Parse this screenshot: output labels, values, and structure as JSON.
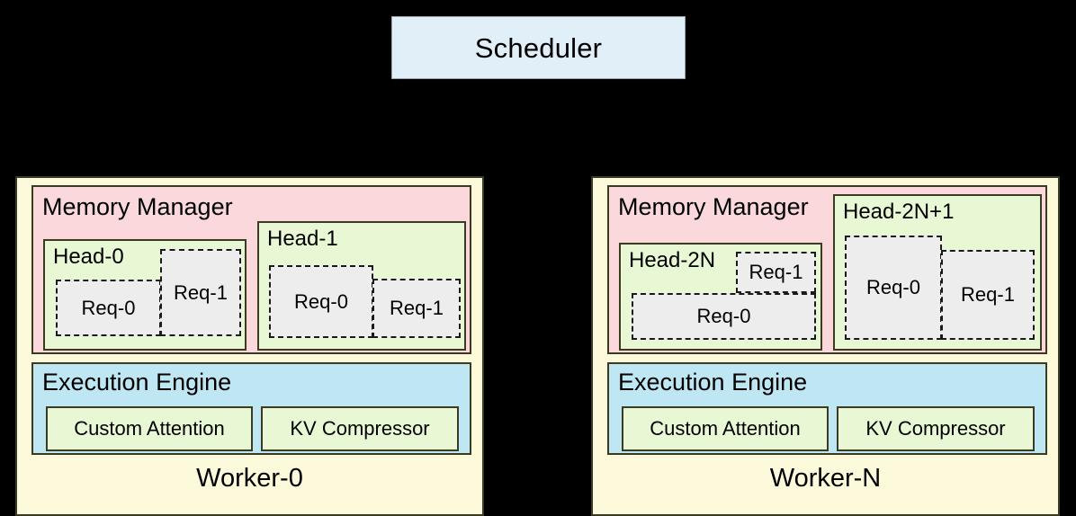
{
  "colors": {
    "background": "#000000",
    "scheduler_fill": "#e1eff8",
    "worker_fill": "#fdfadb",
    "memory_manager_fill": "#fbd8dc",
    "head_fill": "#e9f8d4",
    "request_fill": "#ededed",
    "execution_engine_fill": "#bfe7f3",
    "border": "#3b3b22"
  },
  "scheduler": {
    "label": "Scheduler"
  },
  "workers": [
    {
      "label": "Worker-0",
      "memory_manager": {
        "title": "Memory Manager",
        "heads": [
          {
            "title": "Head-0",
            "requests": [
              {
                "label": "Req-0"
              },
              {
                "label": "Req-1"
              }
            ]
          },
          {
            "title": "Head-1",
            "requests": [
              {
                "label": "Req-0"
              },
              {
                "label": "Req-1"
              }
            ]
          }
        ]
      },
      "execution_engine": {
        "title": "Execution Engine",
        "modules": [
          {
            "label": "Custom Attention"
          },
          {
            "label": "KV Compressor"
          }
        ]
      }
    },
    {
      "label": "Worker-N",
      "memory_manager": {
        "title": "Memory Manager",
        "heads": [
          {
            "title": "Head-2N",
            "requests": [
              {
                "label": "Req-1"
              },
              {
                "label": "Req-0"
              }
            ]
          },
          {
            "title": "Head-2N+1",
            "requests": [
              {
                "label": "Req-0"
              },
              {
                "label": "Req-1"
              }
            ]
          }
        ]
      },
      "execution_engine": {
        "title": "Execution Engine",
        "modules": [
          {
            "label": "Custom Attention"
          },
          {
            "label": "KV Compressor"
          }
        ]
      }
    }
  ]
}
